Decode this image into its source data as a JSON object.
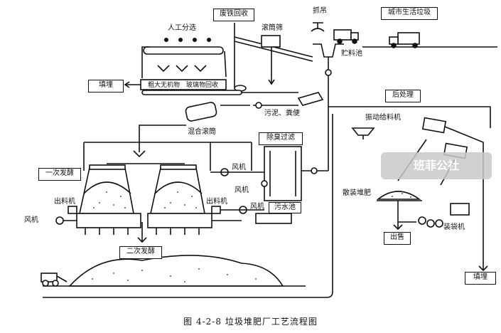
{
  "labels": {
    "scrap_iron": "废铁回收",
    "manual_sort": "人工分选",
    "trommel": "滚筒筛",
    "grab": "抓吊",
    "msw": "城市生活垃圾",
    "storage_pit": "贮料池",
    "backfill_left": "填埋",
    "coarse_crusher": "粗大无机物",
    "glass_recovery": "玻璃物回收",
    "sludge": "污泥、粪便",
    "mixing_drum": "混合滚筒",
    "post_treatment": "后处理",
    "vib_feeder": "振动给料机",
    "deodor": "除臭过滤",
    "primary": "一次发酵",
    "fan1": "风机",
    "fan2": "风机",
    "fan3": "风机",
    "fan_left": "风机",
    "outlet1": "出料机",
    "outlet2": "出料机",
    "sewage": "污水池",
    "bulk": "散装堆肥",
    "sale": "出售",
    "bagger": "装袋机",
    "secondary": "二次发酵",
    "backfill_right": "填埋",
    "caption": "图 4-2-8   垃圾堆肥厂工艺流程图"
  },
  "watermark": "班菲公社"
}
